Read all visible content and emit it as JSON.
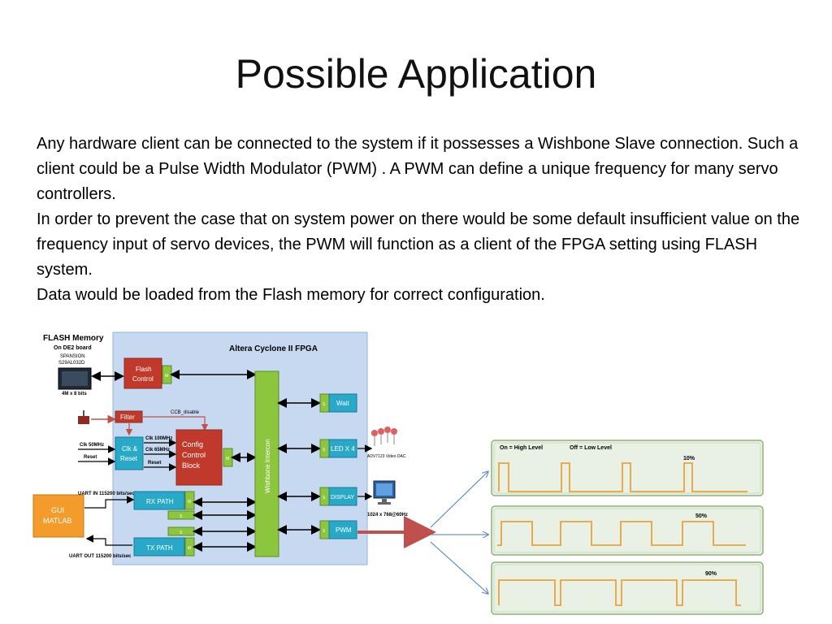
{
  "slide": {
    "title": "Possible Application",
    "paragraphs": [
      "Any hardware client can be connected to the system if it possesses a Wishbone Slave connection. Such a client could be a Pulse Width Modulator (PWM) . A PWM can define a unique frequency for many servo controllers.",
      "In order to prevent the case that on system power on there would be some default insufficient value on the frequency input of servo devices, the PWM will function as a client of the FPGA setting using FLASH system.",
      "Data would be loaded from the Flash memory for correct configuration."
    ]
  },
  "diagram": {
    "fpga_title": "Altera  Cyclone II FPGA",
    "flash": {
      "title": "FLASH Memory",
      "board": "On DE2 board",
      "vendor": "SPANSION",
      "part": "S29AL032D",
      "size": "4M x 8 bits"
    },
    "blocks": {
      "flash_control": [
        "Flash",
        "Control"
      ],
      "filter": "Filter",
      "ccb_disable": "CCB_disable",
      "clk_reset": [
        "Clk &",
        "Reset"
      ],
      "config_control": [
        "Config",
        "Control",
        "Block"
      ],
      "clk100": "Clk 100MHz",
      "clk65": "Clk 65MHz",
      "reset_out": "Reset",
      "clk50": "Clk 50MHz",
      "reset_in": "Reset",
      "uart_in": "UART IN 115200 bits/sec",
      "uart_out": "UART OUT 115200 bits/sec",
      "gui": [
        "GUI",
        "MATLAB"
      ],
      "rx_path": "RX PATH",
      "tx_path": "TX PATH",
      "wishbone": "Wishbone Intercon",
      "wait": "Wait",
      "led": "LED X 4",
      "display": "DISPLAY",
      "pwm": "PWM",
      "video_dac": "ADV7123 Video DAC",
      "resolution": "1024 x 768@60Hz",
      "tag_s": "S",
      "tag_m": "M"
    },
    "pwm_legend": {
      "high": "On = High Level",
      "low": "Off = Low Level"
    },
    "duty_cycles": [
      "10%",
      "50%",
      "90%"
    ],
    "colors": {
      "fpga_fill": "#c6d9f1",
      "red_block": "#c0392b",
      "teal_block": "#2aa8c7",
      "green_bar": "#8cc63f",
      "gui_block": "#f39c2b",
      "wave": "#e8a23c",
      "arrow_red": "#c0504d",
      "blue_line": "#4a7fb5"
    }
  }
}
